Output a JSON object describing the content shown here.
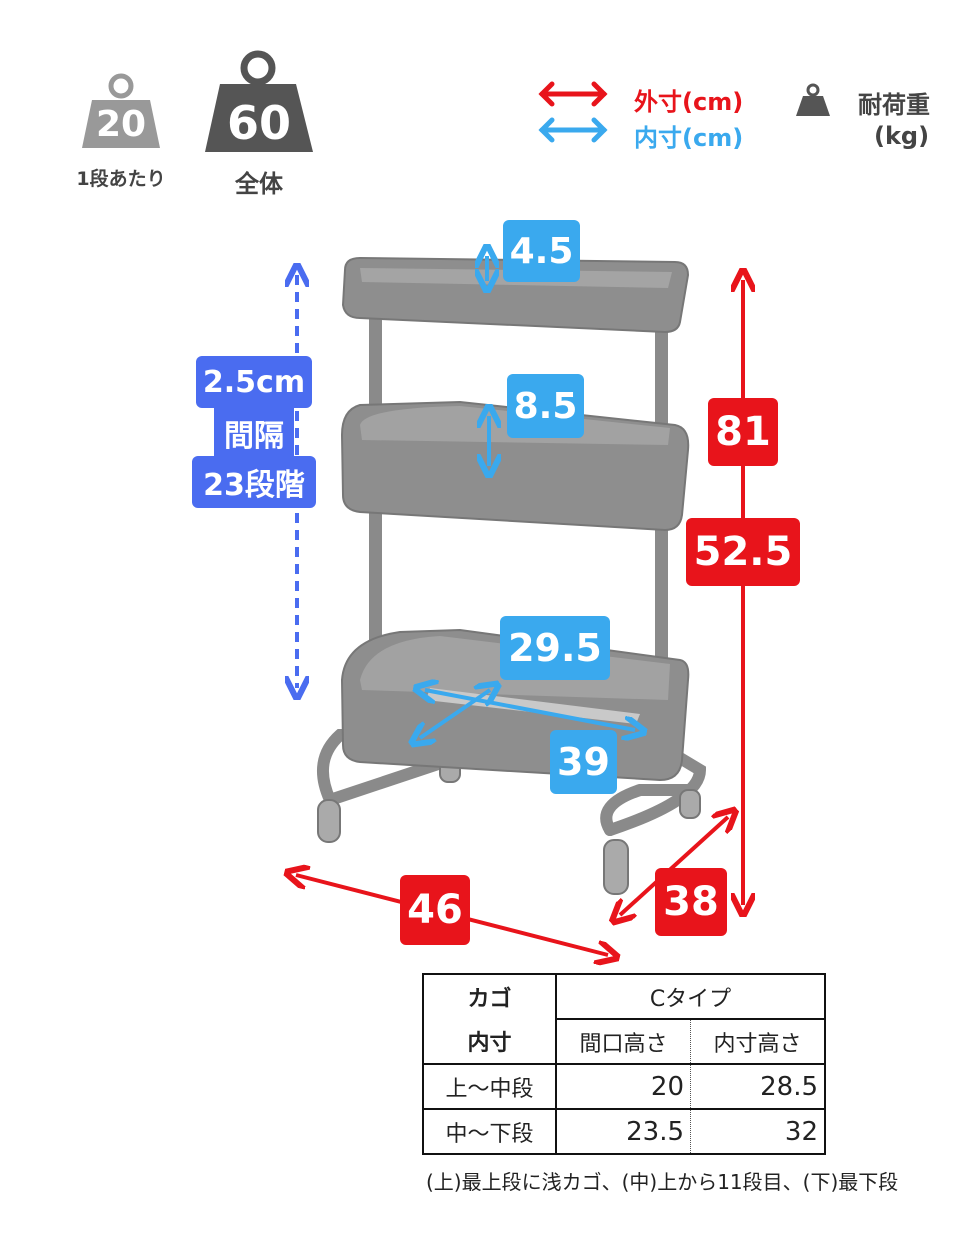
{
  "load": {
    "per_shelf": {
      "value": "20",
      "label": "1段あたり"
    },
    "total": {
      "value": "60",
      "label": "全体"
    },
    "unit_title": "耐荷重",
    "unit": "(kg)"
  },
  "legend": {
    "outer": "外寸(cm)",
    "inner": "内寸(cm)",
    "outer_color": "#e8141b",
    "inner_color": "#3aa9ee"
  },
  "adjust": {
    "pitch": "2.5cm",
    "pitch_label": "間隔",
    "steps": "23段階",
    "color": "#4a6cf0"
  },
  "dimensions": {
    "inner": {
      "top_depth": "4.5",
      "middle_depth": "8.5",
      "bottom_depth": "29.5",
      "bottom_width": "39"
    },
    "outer": {
      "total_height": "81",
      "pole_height": "52.5",
      "width": "46",
      "depth": "38"
    }
  },
  "table": {
    "header_row1": [
      "カゴ",
      "Cタイプ"
    ],
    "header_row2": [
      "内寸",
      "間口高さ",
      "内寸高さ"
    ],
    "rows": [
      {
        "label": "上～中段",
        "opening": "20",
        "inner": "28.5"
      },
      {
        "label": "中～下段",
        "opening": "23.5",
        "inner": "32"
      }
    ],
    "footnote": "(上)最上段に浅カゴ、(中)上から11段目、(下)最下段"
  }
}
